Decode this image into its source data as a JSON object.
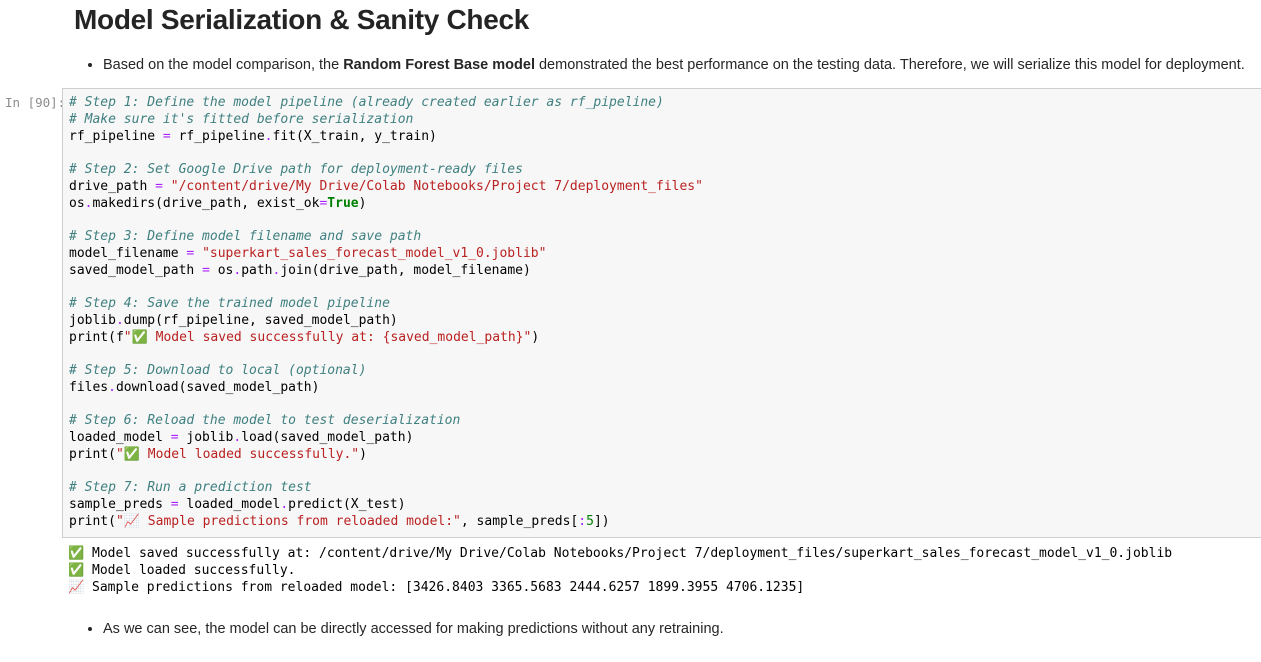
{
  "notebook": {
    "title": "Model Serialization & Sanity Check",
    "intro_bullet": {
      "lead": "Based on the model comparison, the ",
      "bold": "Random Forest Base model",
      "tail": " demonstrated the best performance on the testing data. Therefore, we will serialize this model for deployment."
    },
    "cell": {
      "prompt": "In [90]:",
      "code_lines": [
        {
          "tokens": [
            {
              "t": "# Step 1: Define the model pipeline (already created earlier as rf_pipeline)",
              "c": "tok-c"
            }
          ]
        },
        {
          "tokens": [
            {
              "t": "# Make sure it's fitted before serialization",
              "c": "tok-c"
            }
          ]
        },
        {
          "tokens": [
            {
              "t": "rf_pipeline ",
              "c": "tok-p"
            },
            {
              "t": "=",
              "c": "tok-o"
            },
            {
              "t": " rf_pipeline",
              "c": "tok-p"
            },
            {
              "t": ".",
              "c": "tok-o"
            },
            {
              "t": "fit(X_train, y_train)",
              "c": "tok-p"
            }
          ]
        },
        {
          "tokens": [
            {
              "t": "",
              "c": "tok-p"
            }
          ]
        },
        {
          "tokens": [
            {
              "t": "# Step 2: Set Google Drive path for deployment-ready files",
              "c": "tok-c"
            }
          ]
        },
        {
          "tokens": [
            {
              "t": "drive_path ",
              "c": "tok-p"
            },
            {
              "t": "=",
              "c": "tok-o"
            },
            {
              "t": " ",
              "c": "tok-p"
            },
            {
              "t": "\"/content/drive/My Drive/Colab Notebooks/Project 7/deployment_files\"",
              "c": "tok-s"
            }
          ]
        },
        {
          "tokens": [
            {
              "t": "os",
              "c": "tok-p"
            },
            {
              "t": ".",
              "c": "tok-o"
            },
            {
              "t": "makedirs(drive_path, exist_ok",
              "c": "tok-p"
            },
            {
              "t": "=",
              "c": "tok-o"
            },
            {
              "t": "True",
              "c": "tok-k"
            },
            {
              "t": ")",
              "c": "tok-p"
            }
          ]
        },
        {
          "tokens": [
            {
              "t": "",
              "c": "tok-p"
            }
          ]
        },
        {
          "tokens": [
            {
              "t": "# Step 3: Define model filename and save path",
              "c": "tok-c"
            }
          ]
        },
        {
          "tokens": [
            {
              "t": "model_filename ",
              "c": "tok-p"
            },
            {
              "t": "=",
              "c": "tok-o"
            },
            {
              "t": " ",
              "c": "tok-p"
            },
            {
              "t": "\"superkart_sales_forecast_model_v1_0.joblib\"",
              "c": "tok-s"
            }
          ]
        },
        {
          "tokens": [
            {
              "t": "saved_model_path ",
              "c": "tok-p"
            },
            {
              "t": "=",
              "c": "tok-o"
            },
            {
              "t": " os",
              "c": "tok-p"
            },
            {
              "t": ".",
              "c": "tok-o"
            },
            {
              "t": "path",
              "c": "tok-p"
            },
            {
              "t": ".",
              "c": "tok-o"
            },
            {
              "t": "join(drive_path, model_filename)",
              "c": "tok-p"
            }
          ]
        },
        {
          "tokens": [
            {
              "t": "",
              "c": "tok-p"
            }
          ]
        },
        {
          "tokens": [
            {
              "t": "# Step 4: Save the trained model pipeline",
              "c": "tok-c"
            }
          ]
        },
        {
          "tokens": [
            {
              "t": "joblib",
              "c": "tok-p"
            },
            {
              "t": ".",
              "c": "tok-o"
            },
            {
              "t": "dump(rf_pipeline, saved_model_path)",
              "c": "tok-p"
            }
          ]
        },
        {
          "tokens": [
            {
              "t": "print(f",
              "c": "tok-p"
            },
            {
              "t": "\"",
              "c": "tok-s"
            },
            {
              "t": "✅",
              "c": "tok-s emoji"
            },
            {
              "t": " Model saved successfully at: ",
              "c": "tok-s"
            },
            {
              "t": "{saved_model_path}",
              "c": "tok-s"
            },
            {
              "t": "\"",
              "c": "tok-s"
            },
            {
              "t": ")",
              "c": "tok-p"
            }
          ]
        },
        {
          "tokens": [
            {
              "t": "",
              "c": "tok-p"
            }
          ]
        },
        {
          "tokens": [
            {
              "t": "# Step 5: Download to local (optional)",
              "c": "tok-c"
            }
          ]
        },
        {
          "tokens": [
            {
              "t": "files",
              "c": "tok-p"
            },
            {
              "t": ".",
              "c": "tok-o"
            },
            {
              "t": "download(saved_model_path)",
              "c": "tok-p"
            }
          ]
        },
        {
          "tokens": [
            {
              "t": "",
              "c": "tok-p"
            }
          ]
        },
        {
          "tokens": [
            {
              "t": "# Step 6: Reload the model to test deserialization",
              "c": "tok-c"
            }
          ]
        },
        {
          "tokens": [
            {
              "t": "loaded_model ",
              "c": "tok-p"
            },
            {
              "t": "=",
              "c": "tok-o"
            },
            {
              "t": " joblib",
              "c": "tok-p"
            },
            {
              "t": ".",
              "c": "tok-o"
            },
            {
              "t": "load(saved_model_path)",
              "c": "tok-p"
            }
          ]
        },
        {
          "tokens": [
            {
              "t": "print(",
              "c": "tok-p"
            },
            {
              "t": "\"",
              "c": "tok-s"
            },
            {
              "t": "✅",
              "c": "tok-s emoji"
            },
            {
              "t": " Model loaded successfully.\"",
              "c": "tok-s"
            },
            {
              "t": ")",
              "c": "tok-p"
            }
          ]
        },
        {
          "tokens": [
            {
              "t": "",
              "c": "tok-p"
            }
          ]
        },
        {
          "tokens": [
            {
              "t": "# Step 7: Run a prediction test",
              "c": "tok-c"
            }
          ]
        },
        {
          "tokens": [
            {
              "t": "sample_preds ",
              "c": "tok-p"
            },
            {
              "t": "=",
              "c": "tok-o"
            },
            {
              "t": " loaded_model",
              "c": "tok-p"
            },
            {
              "t": ".",
              "c": "tok-o"
            },
            {
              "t": "predict(X_test)",
              "c": "tok-p"
            }
          ]
        },
        {
          "tokens": [
            {
              "t": "print(",
              "c": "tok-p"
            },
            {
              "t": "\"",
              "c": "tok-s"
            },
            {
              "t": "📈",
              "c": "tok-s emoji"
            },
            {
              "t": " Sample predictions from reloaded model:\"",
              "c": "tok-s"
            },
            {
              "t": ", sample_preds[",
              "c": "tok-p"
            },
            {
              "t": ":",
              "c": "tok-o"
            },
            {
              "t": "5",
              "c": "tok-n"
            },
            {
              "t": "])",
              "c": "tok-p"
            }
          ]
        }
      ],
      "output_lines": [
        {
          "icon": "✅",
          "text": " Model saved successfully at: /content/drive/My Drive/Colab Notebooks/Project 7/deployment_files/superkart_sales_forecast_model_v1_0.joblib"
        },
        {
          "icon": "✅",
          "text": " Model loaded successfully."
        },
        {
          "icon": "📈",
          "text": " Sample predictions from reloaded model: [3426.8403 3365.5683 2444.6257 1899.3955 4706.1235]"
        }
      ]
    },
    "closing_bullet": "As we can see, the model can be directly accessed for making predictions without any retraining."
  },
  "colors": {
    "comment": "#408080",
    "string": "#ba2121",
    "operator": "#aa22ff",
    "keyword": "#008000",
    "number": "#008000",
    "code_background": "#f7f7f7",
    "code_border": "#cfcfcf",
    "prompt": "#8c8c8c",
    "text": "#262626"
  }
}
